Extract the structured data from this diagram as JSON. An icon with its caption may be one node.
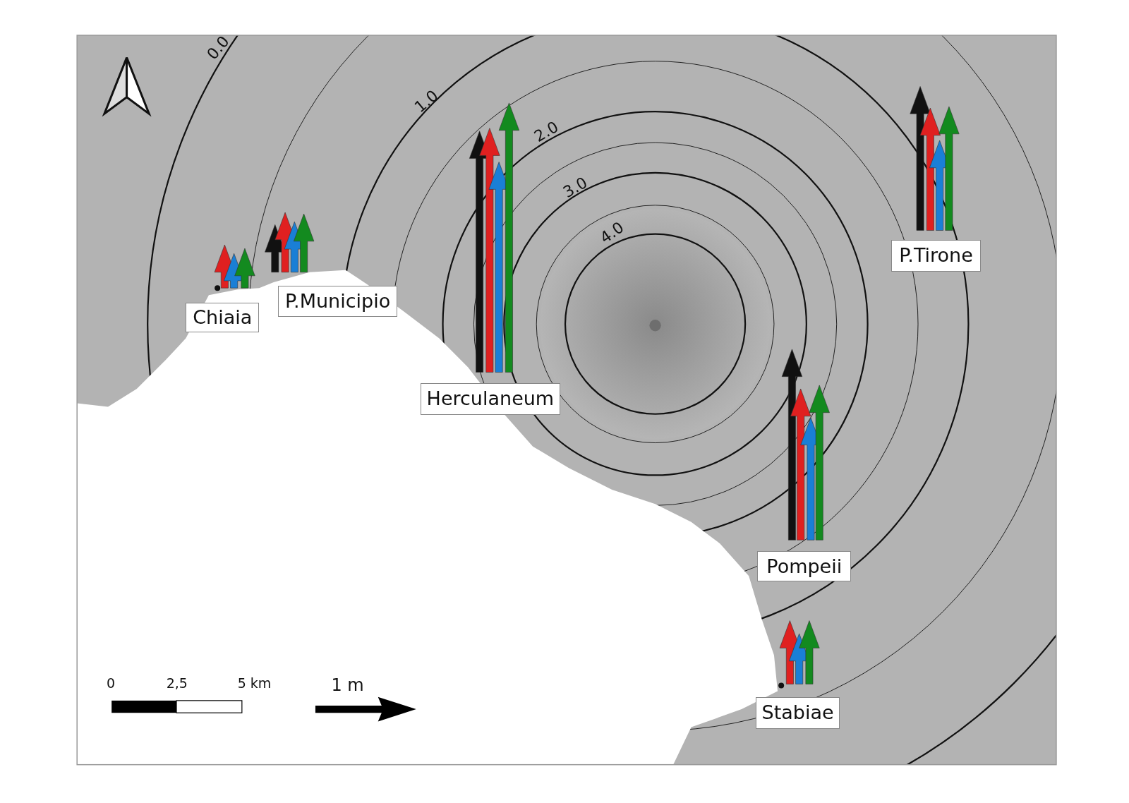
{
  "diagram": {
    "nodes": [
      {
        "text": [
          "P.Tirone"
        ]
      },
      {
        "text": [
          "P.Municipio"
        ]
      },
      {
        "text": [
          "Chiaia"
        ]
      },
      {
        "text": [
          "Herculaneum"
        ]
      },
      {
        "text": [
          "Pompeii"
        ]
      },
      {
        "text": [
          "Stabiae"
        ]
      }
    ],
    "labels": [
      "0.0",
      "1.0",
      "2.0",
      "3.0",
      "4.0",
      "0",
      "2,5",
      "5 km",
      "1 m"
    ]
  }
}
